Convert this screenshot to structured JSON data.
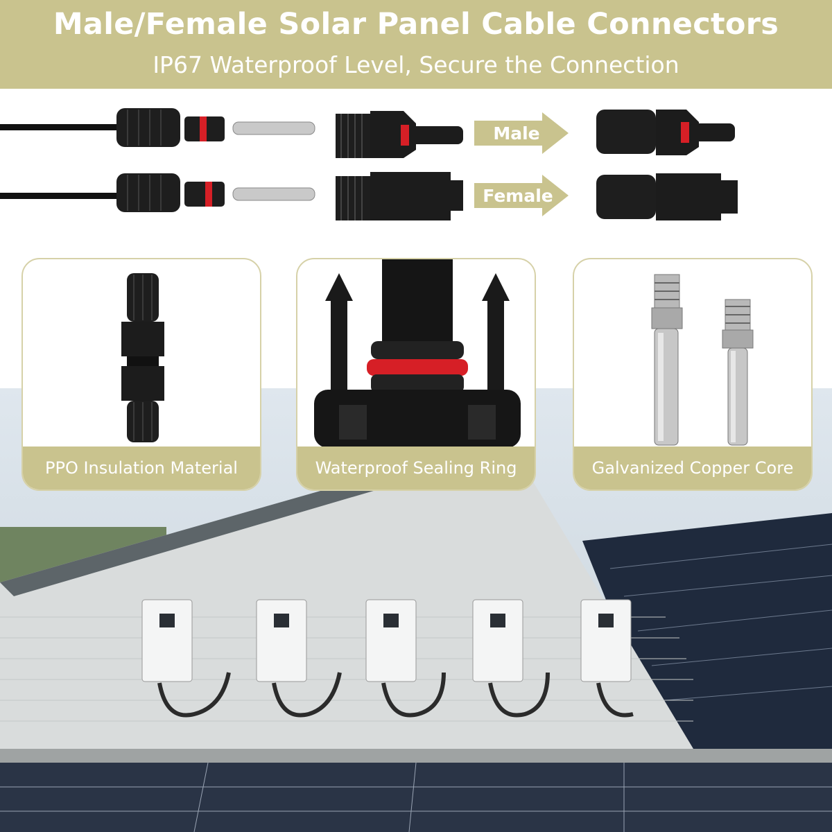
{
  "header": {
    "title": "Male/Female Solar Panel Cable Connectors",
    "subtitle": "IP67 Waterproof Level, Secure the Connection"
  },
  "assembly": {
    "male_label": "Male",
    "female_label": "Female"
  },
  "features": [
    {
      "label": "PPO Insulation Material"
    },
    {
      "label": "Waterproof Sealing Ring"
    },
    {
      "label": "Galvanized Copper Core"
    }
  ],
  "colors": {
    "accent": "#c9c38e",
    "connector_black": "#1c1c1c",
    "seal_red": "#d61f26",
    "white": "#ffffff"
  }
}
